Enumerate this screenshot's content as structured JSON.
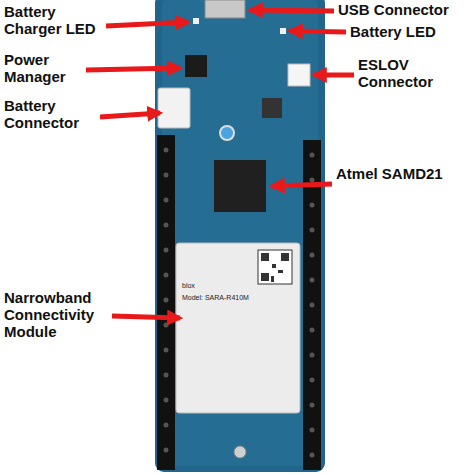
{
  "diagram": {
    "labels": [
      "Battery Charger LED",
      "Power Manager",
      "Battery Connector",
      "USB Connector",
      "Battery LED",
      "ESLOV Connector",
      "Atmel SAMD21",
      "Narrowband Connectivity Module",
      "blox",
      "Model: SARA-R410M"
    ]
  }
}
